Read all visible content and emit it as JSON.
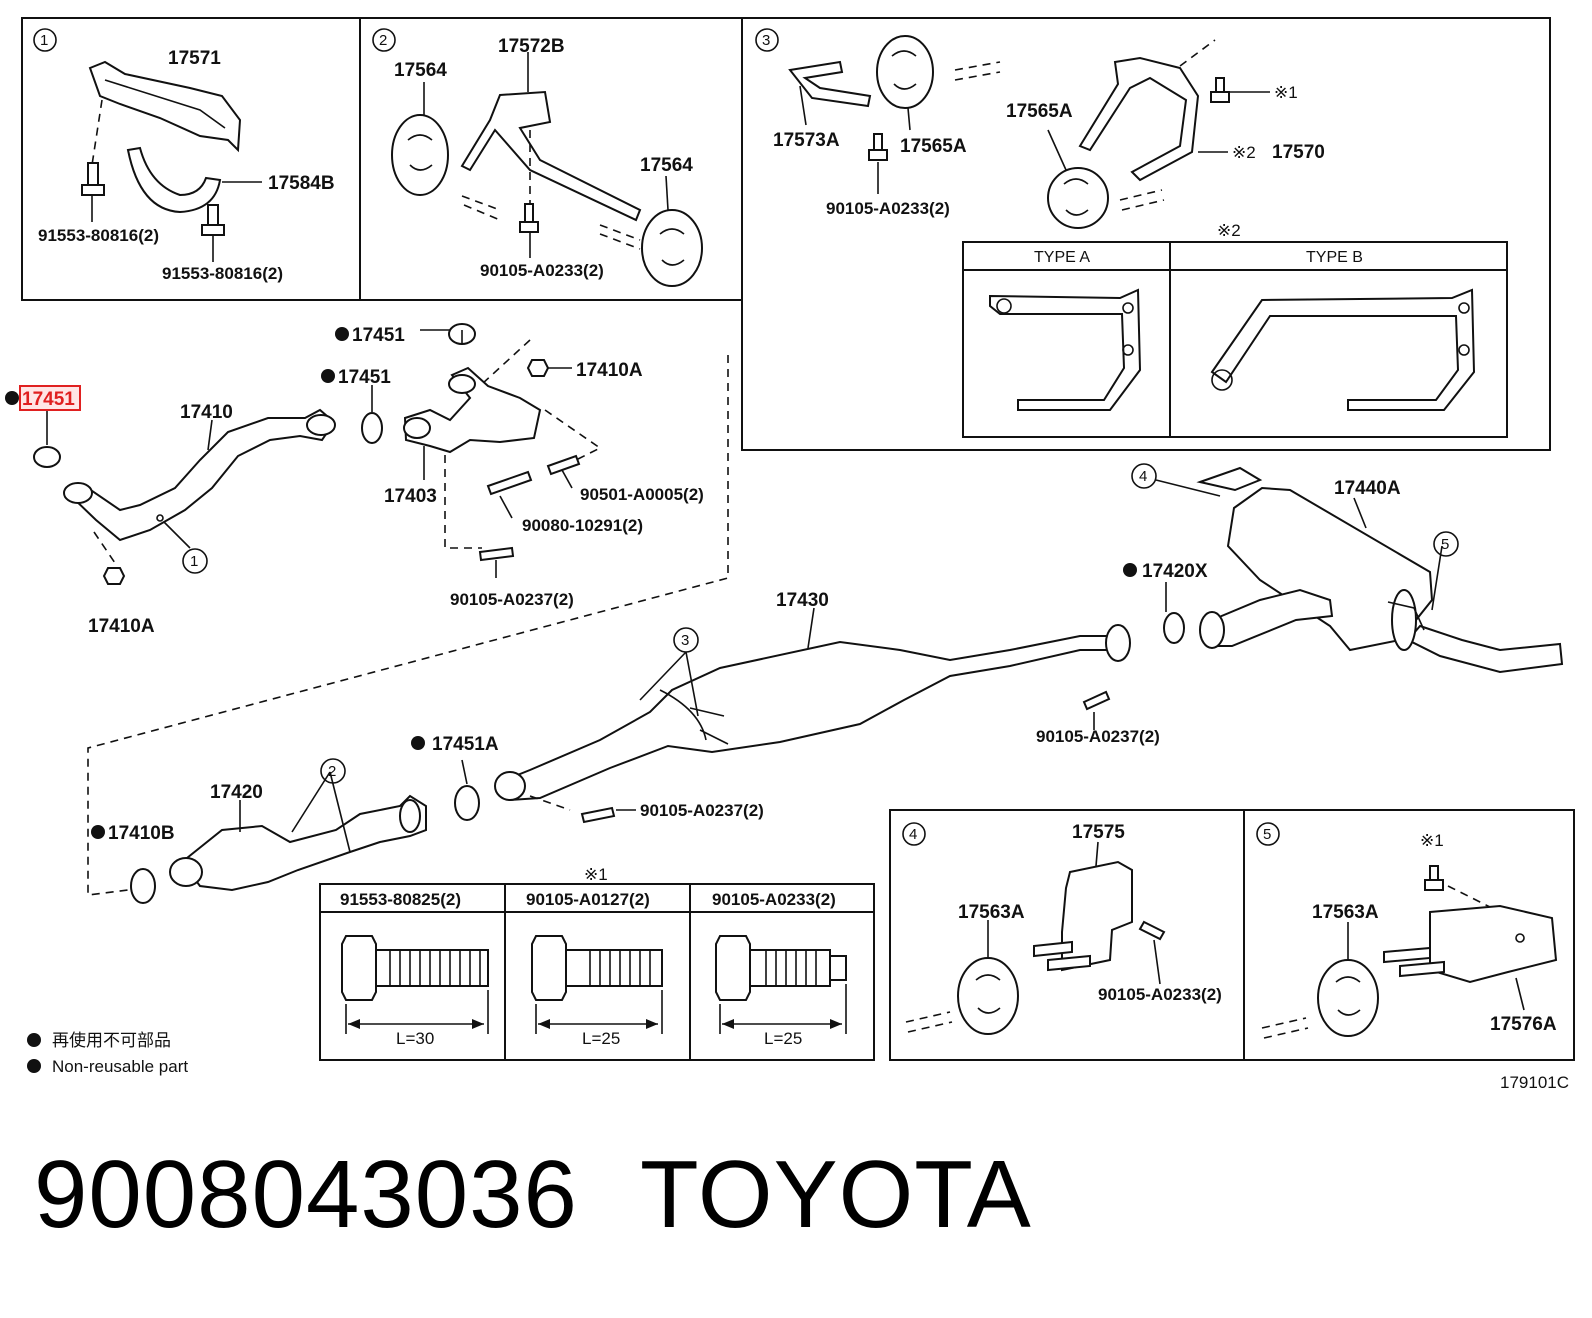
{
  "diagram_code": "179101C",
  "footer": {
    "part_number": "9008043036",
    "brand": "TOYOTA"
  },
  "legend": {
    "dot_cn": "再使用不可部品",
    "dot_en": "Non-reusable part"
  },
  "highlight_color": "#e02020",
  "panels": {
    "p1": {
      "num": "1",
      "labels": [
        "17571",
        "17584B",
        "91553-80816(2)",
        "91553-80816(2)"
      ]
    },
    "p2": {
      "num": "2",
      "labels": [
        "17564",
        "17572B",
        "17564",
        "90105-A0233(2)"
      ]
    },
    "p3": {
      "num": "3",
      "labels": [
        "17573A",
        "17565A",
        "17565A",
        "17570",
        "90105-A0233(2)"
      ],
      "ref1": "※1",
      "ref2": "※2",
      "type_title": "※2",
      "type_a": "TYPE A",
      "type_b": "TYPE B"
    },
    "p4": {
      "num": "4",
      "labels": [
        "17575",
        "17563A",
        "90105-A0233(2)"
      ]
    },
    "p5": {
      "num": "5",
      "ref1": "※1",
      "labels": [
        "17563A",
        "17576A"
      ]
    }
  },
  "bolt_table": {
    "title": "※1",
    "columns": [
      {
        "part": "91553-80825(2)",
        "length": "L=30"
      },
      {
        "part": "90105-A0127(2)",
        "length": "L=25"
      },
      {
        "part": "90105-A0233(2)",
        "length": "L=25"
      }
    ]
  },
  "main": {
    "l17451_top": "17451",
    "l17451_mid": "17451",
    "l17451_hl": "17451",
    "l17410A_top": "17410A",
    "l17410": "17410",
    "l17403": "17403",
    "l90501": "90501-A0005(2)",
    "l90080": "90080-10291(2)",
    "l90105_a": "90105-A0237(2)",
    "l17410A_bot": "17410A",
    "l17440A": "17440A",
    "l17420X": "17420X",
    "l17430": "17430",
    "l90105_b": "90105-A0237(2)",
    "l17451A": "17451A",
    "l17420": "17420",
    "l17410B": "17410B",
    "l90105_c": "90105-A0237(2)",
    "c1": "1",
    "c2": "2",
    "c3": "3",
    "c4": "4",
    "c5": "5"
  }
}
